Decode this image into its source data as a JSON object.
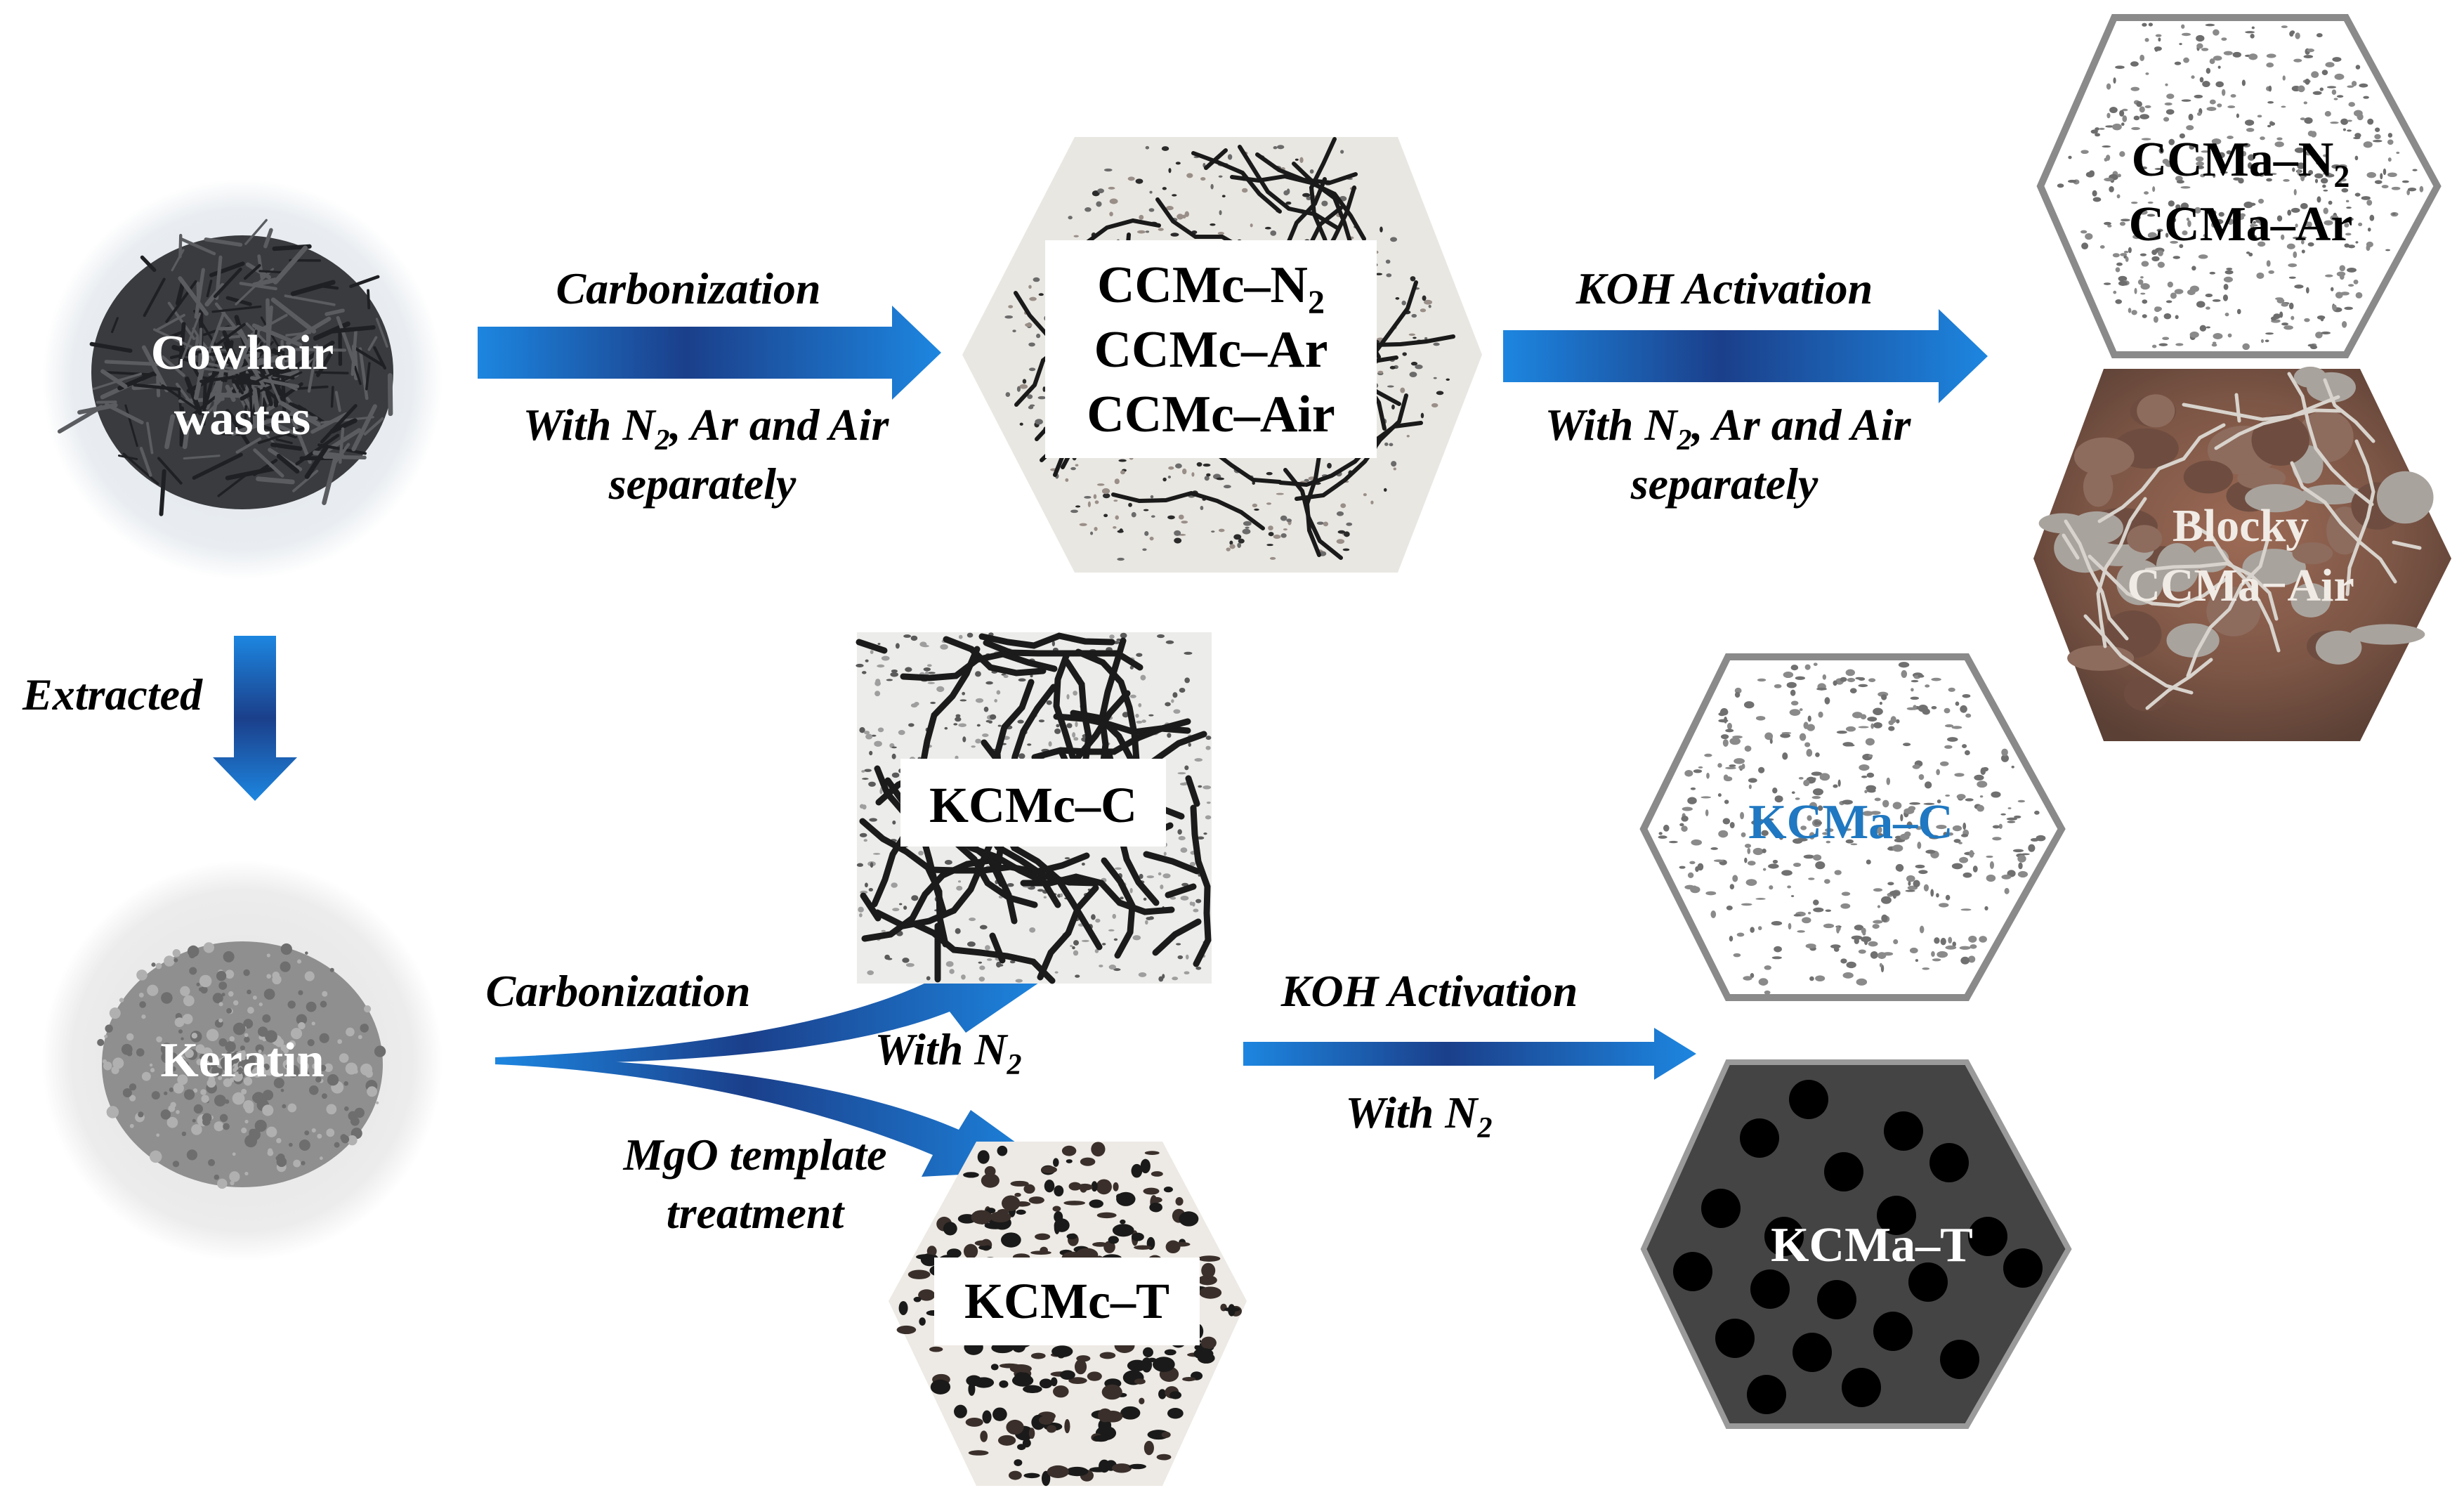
{
  "sources": {
    "cowhair": {
      "line1": "Cowhair",
      "line2": "wastes"
    },
    "keratin": {
      "label": "Keratin"
    }
  },
  "steps": {
    "extracted": "Extracted",
    "top_carbonization": {
      "title": "Carbonization",
      "line1": "With N",
      "line1_sub": "2",
      "line1_rest": ", Ar and Air",
      "line2": "separately"
    },
    "top_activation": {
      "title": "KOH Activation",
      "line1": "With N",
      "line1_sub": "2",
      "line1_rest": ", Ar and Air",
      "line2": "separately"
    },
    "bottom_carbonization": {
      "title": "Carbonization",
      "line1": "With N",
      "line1_sub": "2"
    },
    "mgo": {
      "line1": "MgO template",
      "line2": "treatment"
    },
    "bottom_activation": {
      "title": "KOH Activation",
      "line1": "With N",
      "line1_sub": "2"
    }
  },
  "products": {
    "ccmc": {
      "l1": "CCMc–N",
      "l1_sub": "2",
      "l2": "CCMc–Ar",
      "l3": "CCMc–Air"
    },
    "ccma": {
      "l1": "CCMa–N",
      "l1_sub": "2",
      "l2": "CCMa–Ar"
    },
    "blocky": {
      "l1": "Blocky",
      "l2": "CCMa−Air"
    },
    "kcmc_c": {
      "label": "KCMc–C"
    },
    "kcmc_t": {
      "label": "KCMc–T"
    },
    "kcma_c": {
      "label": "KCMa–C"
    },
    "kcma_t": {
      "label": "KCMa–T"
    }
  },
  "colors": {
    "arrow_dark": "#1c3f86",
    "arrow_light": "#1e7fd6",
    "kcma_c_text": "#1f78c1",
    "hex_border": "#8a8a8a",
    "kcma_t_fill": "#444444"
  }
}
